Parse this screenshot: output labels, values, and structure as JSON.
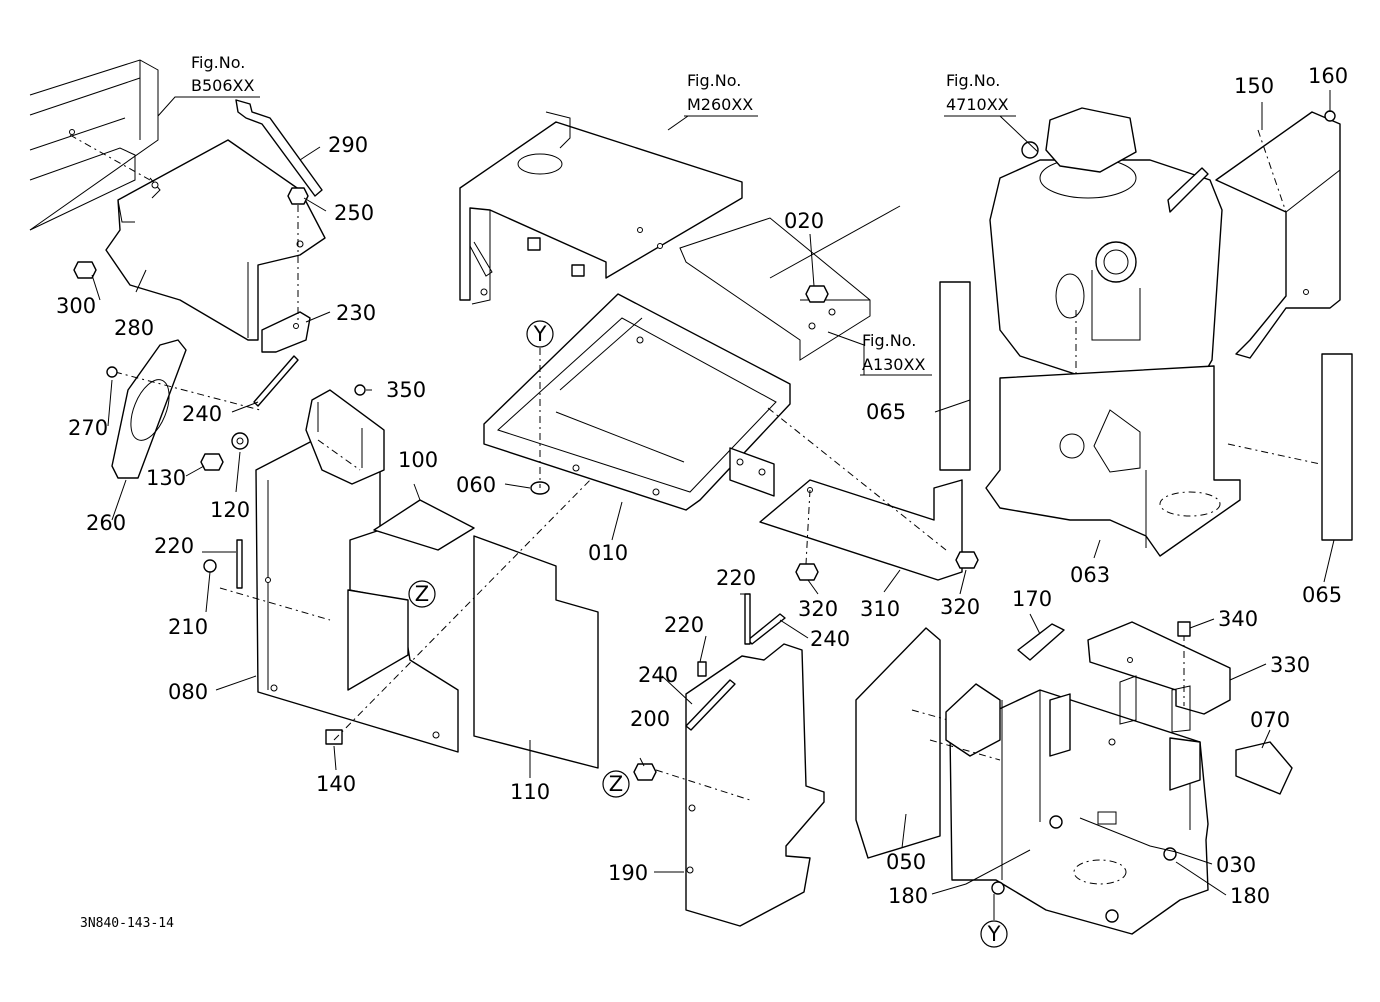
{
  "figure_refs": [
    {
      "top": "Fig.No.",
      "code": "B506XX"
    },
    {
      "top": "Fig.No.",
      "code": "M260XX"
    },
    {
      "top": "Fig.No.",
      "code": "4710XX"
    },
    {
      "top": "Fig.No.",
      "code": "A130XX"
    }
  ],
  "parts": [
    "290",
    "250",
    "300",
    "280",
    "230",
    "240",
    "350",
    "270",
    "130",
    "120",
    "260",
    "100",
    "220",
    "210",
    "080",
    "140",
    "110",
    "060",
    "010",
    "020",
    "065",
    "063",
    "150",
    "160",
    "065",
    "320",
    "310",
    "320",
    "220",
    "240",
    "220",
    "240",
    "200",
    "190",
    "050",
    "170",
    "340",
    "330",
    "070",
    "030",
    "180",
    "180"
  ],
  "callouts": [
    "Y",
    "Z",
    "Z",
    "Y"
  ],
  "drawing_code": "3N840-143-14"
}
